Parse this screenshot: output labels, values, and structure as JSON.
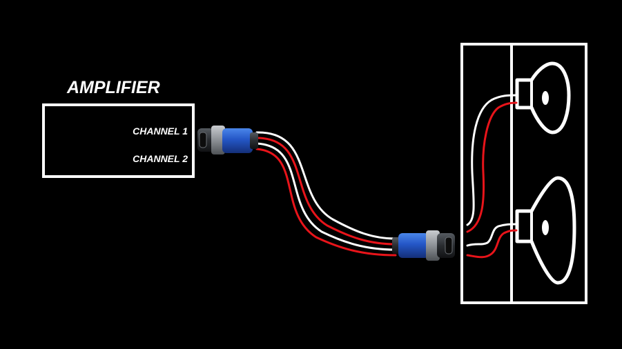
{
  "amplifier": {
    "title": "AMPLIFIER",
    "channels": [
      {
        "label": "CHANNEL 1"
      },
      {
        "label": "CHANNEL 2"
      }
    ]
  },
  "cable": {
    "wire_colors": [
      "#ffffff",
      "#e8141a",
      "#ffffff",
      "#e8141a"
    ],
    "connector_colors": {
      "body": "#2456c6",
      "collar": "#8d9196",
      "tip": "#1a1a1a"
    }
  },
  "speaker_cabinet": {
    "drivers": [
      "tweeter",
      "woofer"
    ],
    "outline_color": "#ffffff"
  },
  "colors": {
    "background": "#000000",
    "outline": "#ffffff",
    "red_wire": "#e8141a",
    "white_wire": "#ffffff"
  }
}
